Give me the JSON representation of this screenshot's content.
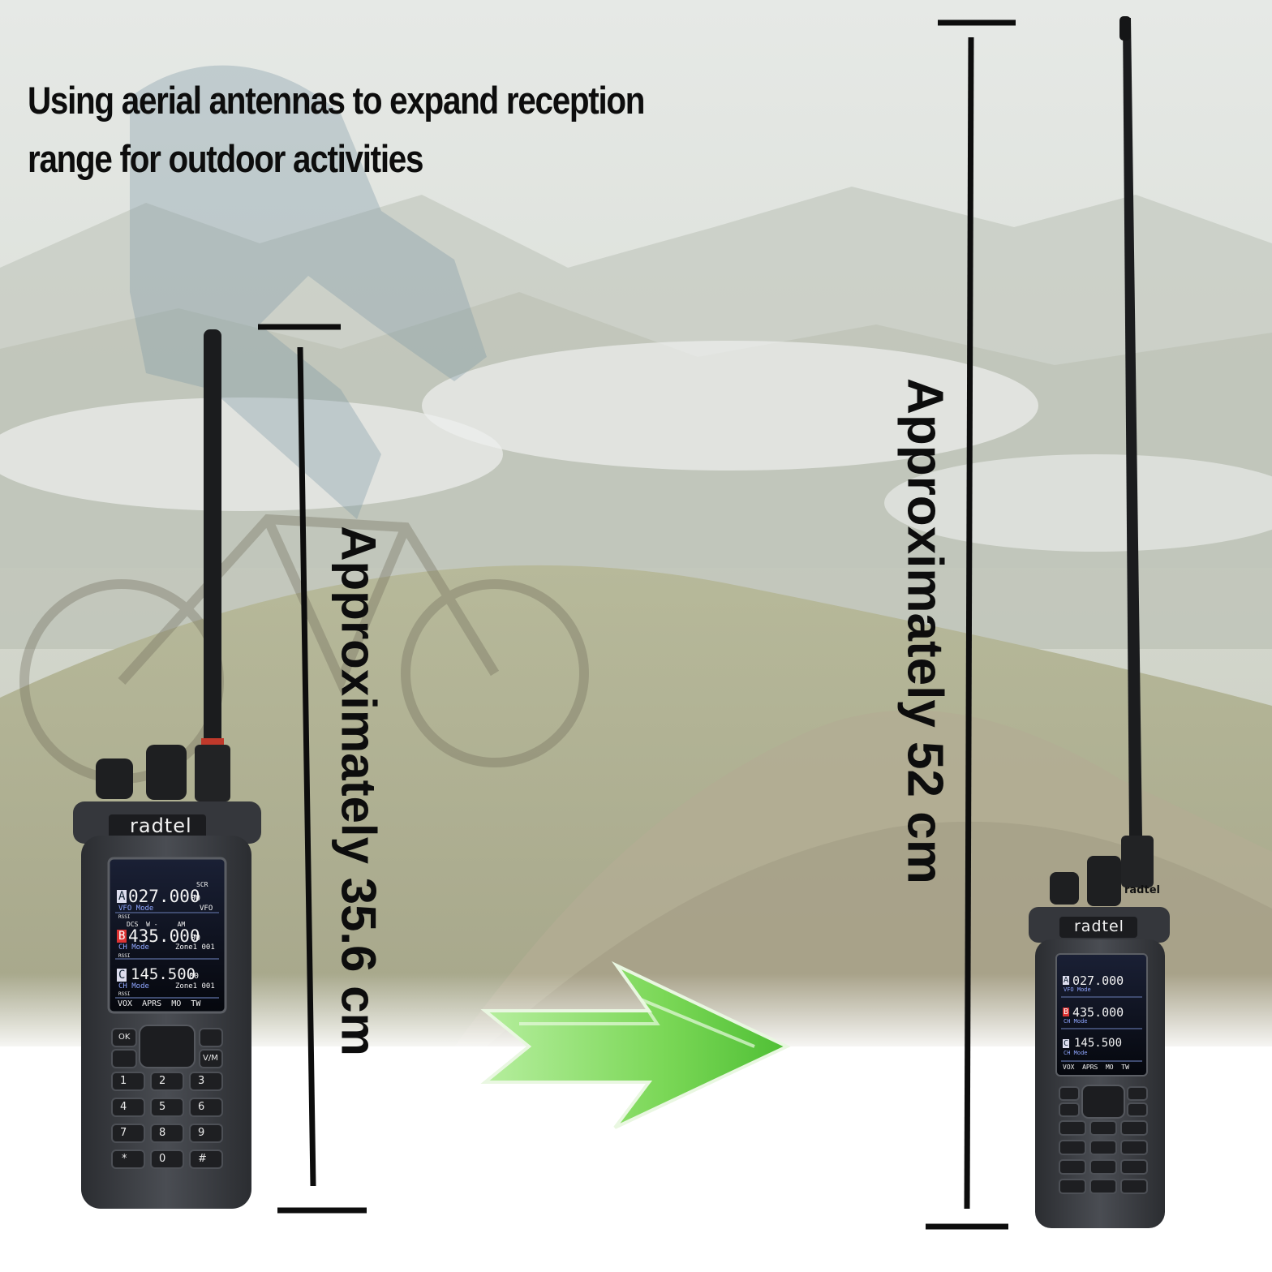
{
  "headline": {
    "line1": "Using aerial antennas to expand reception",
    "line2": "range for outdoor activities"
  },
  "measurements": {
    "short_label": "Approximately 35.6 cm",
    "long_label": "Approximately 52 cm"
  },
  "radio": {
    "brand": "radtel",
    "display": {
      "channel_a": {
        "letter": "A",
        "freq": "027.000",
        "sub": "00",
        "mode": "VFO Mode",
        "tag": "VFO"
      },
      "channel_b": {
        "letter": "B",
        "freq": "435.000",
        "sub": "00",
        "mode": "CH Mode",
        "tag": "Zone1 001",
        "flags": "DCS  W -     AM"
      },
      "channel_c": {
        "letter": "C",
        "freq": "145.500",
        "sub": "00",
        "mode": "CH Mode",
        "tag": "Zone1 001"
      },
      "rssi": "RSSI",
      "top_tag": "SCR",
      "status_bar": "VOX  APRS  MO  TW"
    },
    "keys": {
      "ok": "OK",
      "vm": "V/M",
      "k1": "1",
      "k2": "2",
      "k3": "3",
      "k4": "4",
      "k5": "5",
      "k6": "6",
      "k7": "7",
      "k8": "8",
      "k9": "9",
      "kstar": "*",
      "k0": "0",
      "khash": "#"
    }
  },
  "colors": {
    "headline": "#0d0d0d",
    "arrow": "#6fd24a",
    "radio_body": "#3a3d42",
    "screen": "#0b0f1a"
  }
}
